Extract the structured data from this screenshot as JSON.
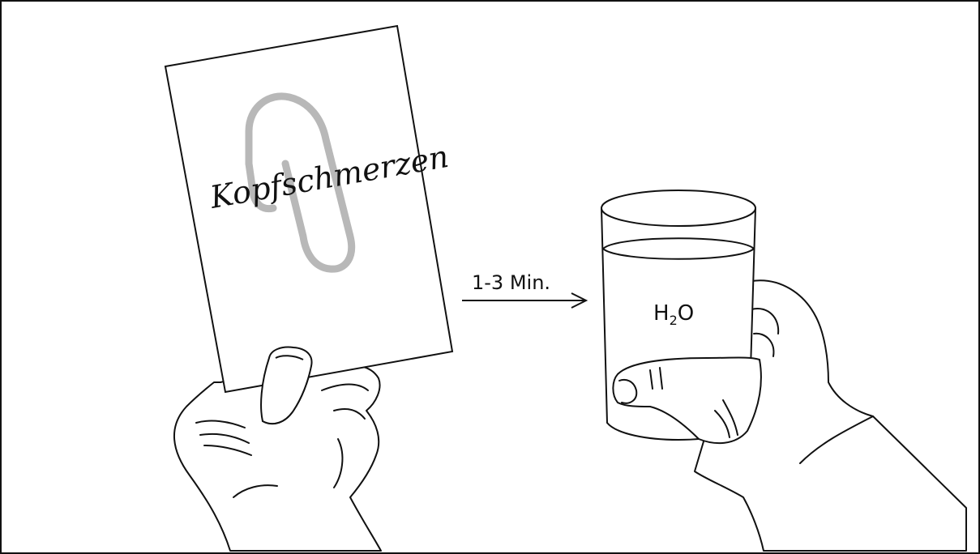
{
  "card": {
    "text": "Kopfschmerzen"
  },
  "arrow": {
    "label": "1-3 Min."
  },
  "glass": {
    "formula_main": "H",
    "formula_sub": "2",
    "formula_end": "O"
  },
  "colors": {
    "line": "#111111",
    "paperclip": "#b8b8b8",
    "background": "#ffffff"
  }
}
